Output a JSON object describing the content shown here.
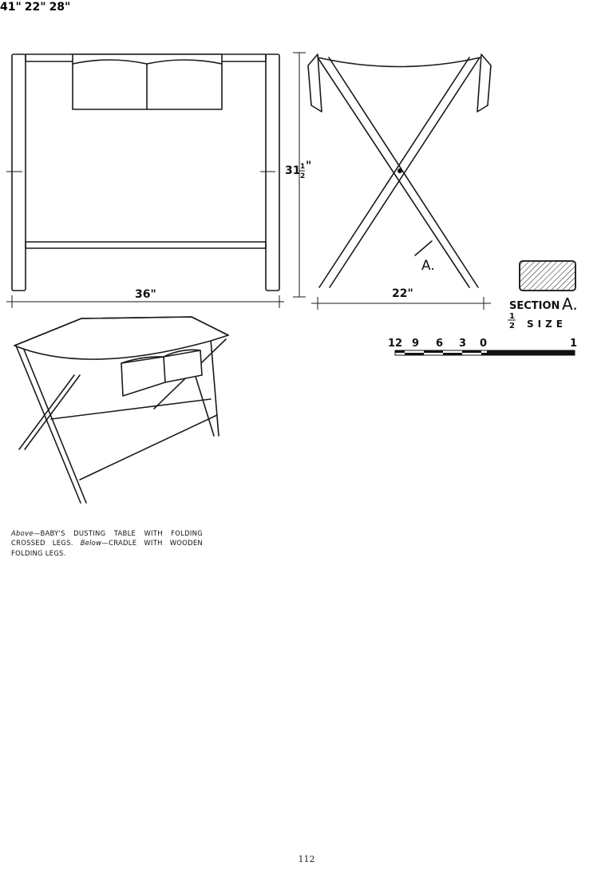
{
  "figures": {
    "table_front": {
      "width_label": "36\""
    },
    "table_side": {
      "height_label": "31",
      "height_frac_num": "1",
      "height_frac_den": "2",
      "height_unit": "\"",
      "width_label": "22\"",
      "section_mark": "A."
    },
    "section": {
      "title_word": "SECTION",
      "title_letter": "A.",
      "scale_num": "1",
      "scale_den": "2",
      "scale_word": "SIZE"
    },
    "scale_bar": {
      "ticks": [
        "12",
        "9",
        "6",
        "3",
        "0",
        "1"
      ]
    },
    "cradle_front": {
      "width_label": "41\""
    },
    "cradle_end": {
      "width_label": "22\"",
      "height_label": "28\""
    }
  },
  "caption": {
    "above": "Above",
    "above_text": "—BABY'S DUSTING TABLE WITH FOLDING CROSSED LEGS.",
    "below": "Below",
    "below_text": "—CRADLE WITH WOODEN FOLDING LEGS."
  },
  "page_number": "112"
}
